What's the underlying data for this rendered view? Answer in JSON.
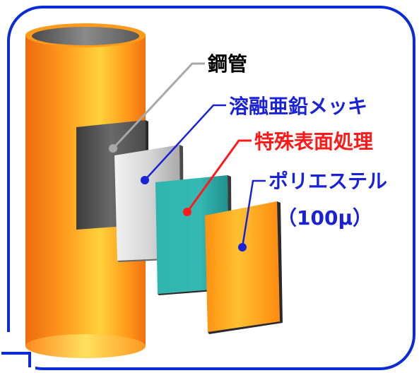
{
  "labels": {
    "steel_pipe": "鋼管",
    "galvanizing": "溶融亜鉛メッキ",
    "special_treatment": "特殊表面処理",
    "polyester": "ポリエステル",
    "thickness": "（100μ）"
  },
  "colors": {
    "frame_border": "#0a2bd6",
    "label_black": "#000000",
    "label_blue": "#1a22d8",
    "label_red": "#ff1a1a",
    "leader_gray": "#a8a8a8",
    "leader_blue": "#1a22d8",
    "leader_red": "#ff1a1a",
    "pipe_orange": "#ff9a1a",
    "layer_steel": "#5a5a5a",
    "layer_zinc": "#d0d0d0",
    "layer_teal": "#2aa8a4",
    "layer_polyester": "#ffa82a"
  }
}
